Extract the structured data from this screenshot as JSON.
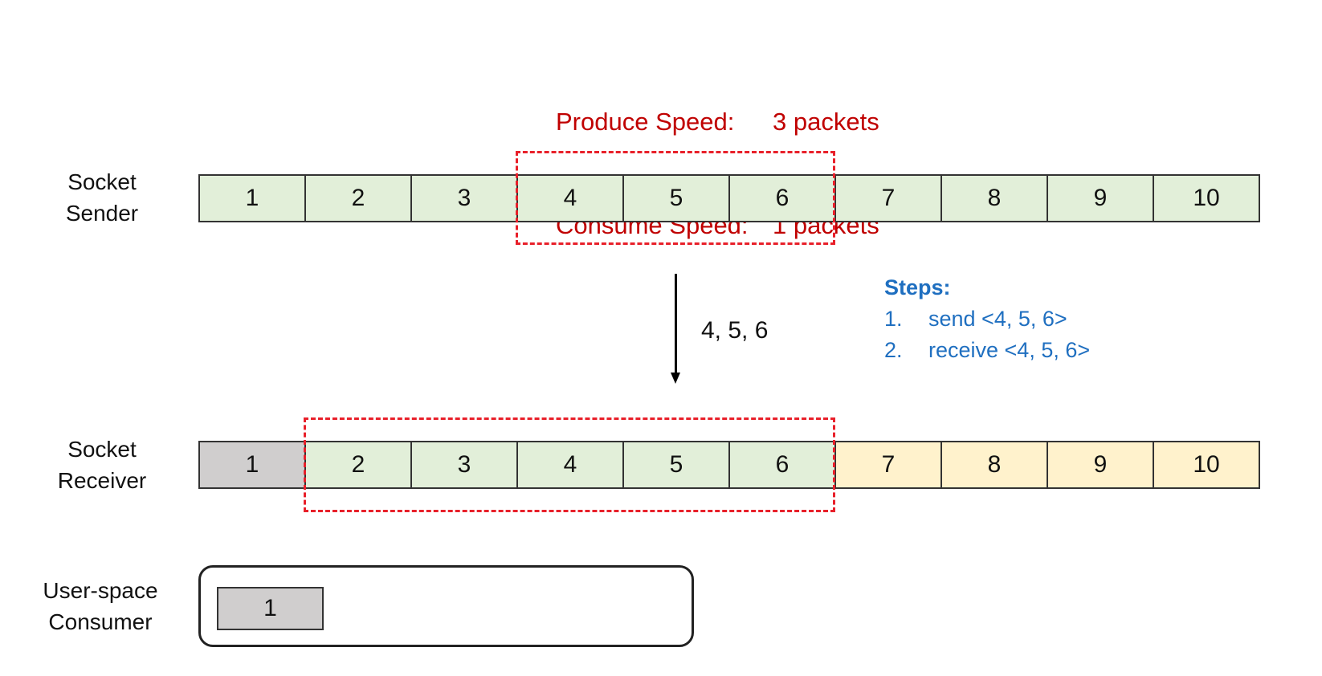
{
  "header": {
    "produce_label": "Produce Speed:",
    "produce_value": "3 packets",
    "consume_label": "Consume Speed:",
    "consume_value": "1 packets"
  },
  "sender": {
    "label_line1": "Socket",
    "label_line2": "Sender",
    "cells": [
      "1",
      "2",
      "3",
      "4",
      "5",
      "6",
      "7",
      "8",
      "9",
      "10"
    ]
  },
  "transfer": {
    "label": "4, 5, 6"
  },
  "steps": {
    "title": "Steps:",
    "items": [
      {
        "num": "1.",
        "text": "send <4, 5, 6>"
      },
      {
        "num": "2.",
        "text": "receive <4, 5, 6>"
      }
    ]
  },
  "receiver": {
    "label_line1": "Socket",
    "label_line2": "Receiver",
    "cells": [
      "1",
      "2",
      "3",
      "4",
      "5",
      "6",
      "7",
      "8",
      "9",
      "10"
    ]
  },
  "consumer": {
    "label_line1": "User-space",
    "label_line2": "Consumer",
    "cells": [
      "1"
    ]
  },
  "colors": {
    "consumed": "#d0cece",
    "in_window": "#e2efd9",
    "pending": "#fff2cc",
    "window_border": "#e8202a",
    "header_text": "#c00000",
    "steps_text": "#1f6fc0"
  }
}
